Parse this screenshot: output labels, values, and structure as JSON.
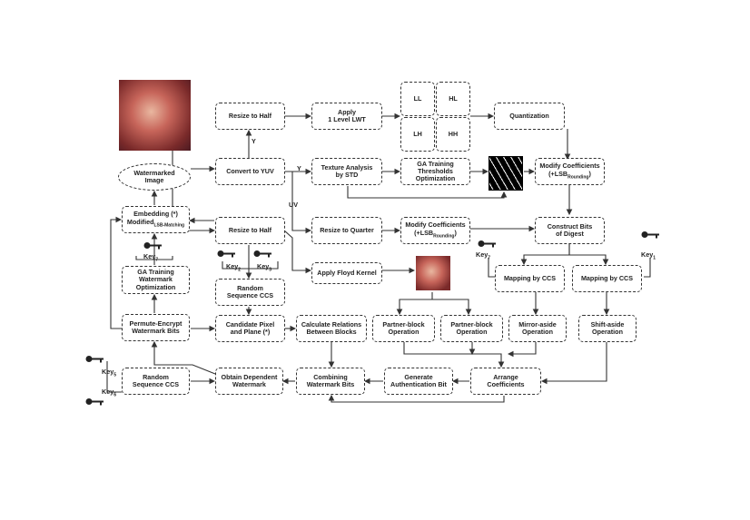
{
  "boxes": {
    "resize_half_top": "Resize to Half",
    "apply_lwt": "Apply\n1 Level LWT",
    "ll": "LL",
    "hl": "HL",
    "lh": "LH",
    "hh": "HH",
    "quantization": "Quantization",
    "convert_yuv": "Convert to YUV",
    "texture_analysis": "Texture Analysis\nby STD",
    "ga_thresholds": "GA Training\nThresholds\nOptimization",
    "modify_coeff_top": "Modify Coefficients",
    "modify_coeff_top_sub": "(+LSB",
    "modify_coeff_top_subscript": "Rounding",
    "watermarked_image": "Watermarked\nImage",
    "embedding": "Embedding (*)",
    "embedding_line2": "Modified",
    "embedding_sub": "LSB-Matching",
    "resize_half_mid": "Resize to Half",
    "resize_quarter": "Resize to Quarter",
    "modify_coeff_mid": "Modify Coefficients",
    "modify_coeff_mid_sub": "(+LSB",
    "modify_coeff_mid_subscript": "Rounding",
    "construct_bits": "Construct Bits\nof Digest",
    "ga_watermark": "GA Training\nWatermark\nOptimization",
    "random_ccs_mid": "Random\nSequence CCS",
    "apply_floyd": "Apply Floyd Kernel",
    "mapping_ccs_left": "Mapping by CCS",
    "mapping_ccs_right": "Mapping by CCS",
    "permute_encrypt": "Permute-Encrypt\nWatermark Bits",
    "candidate_pixel": "Candidate Pixel\nand Plane (*)",
    "calc_relations": "Calculate Relations\nBetween Blocks",
    "partner_block_1": "Partner-block\nOperation",
    "partner_block_2": "Partner-block\nOperation",
    "mirror_aside": "Mirror-aside\nOperation",
    "shift_aside": "Shift-aside\nOperation",
    "random_ccs_bottom": "Random\nSequence CCS",
    "obtain_dependent": "Obtain Dependent\nWatermark",
    "combining_bits": "Combining\nWatermark Bits",
    "generate_auth": "Generate\nAuthentication Bit",
    "arrange_coeff": "Arrange\nCoefficients"
  },
  "labels": {
    "y_upper": "Y",
    "y_right": "Y",
    "uv": "UV",
    "key7_left": "Key",
    "key7_left_sub": "7",
    "key2": "Key",
    "key2_sub": "2",
    "key3": "Key",
    "key3_sub": "3",
    "key7_right": "Key",
    "key7_right_sub": "7",
    "key1": "Key",
    "key1_sub": "1",
    "key5": "Key",
    "key5_sub": "5",
    "key6": "Key",
    "key6_sub": "6"
  },
  "colors": {
    "border": "#333333",
    "lena_dark": "#7a2a2a",
    "lena_mid": "#c7655a",
    "lena_light": "#e9b7a0",
    "texture_black": "#000000"
  }
}
